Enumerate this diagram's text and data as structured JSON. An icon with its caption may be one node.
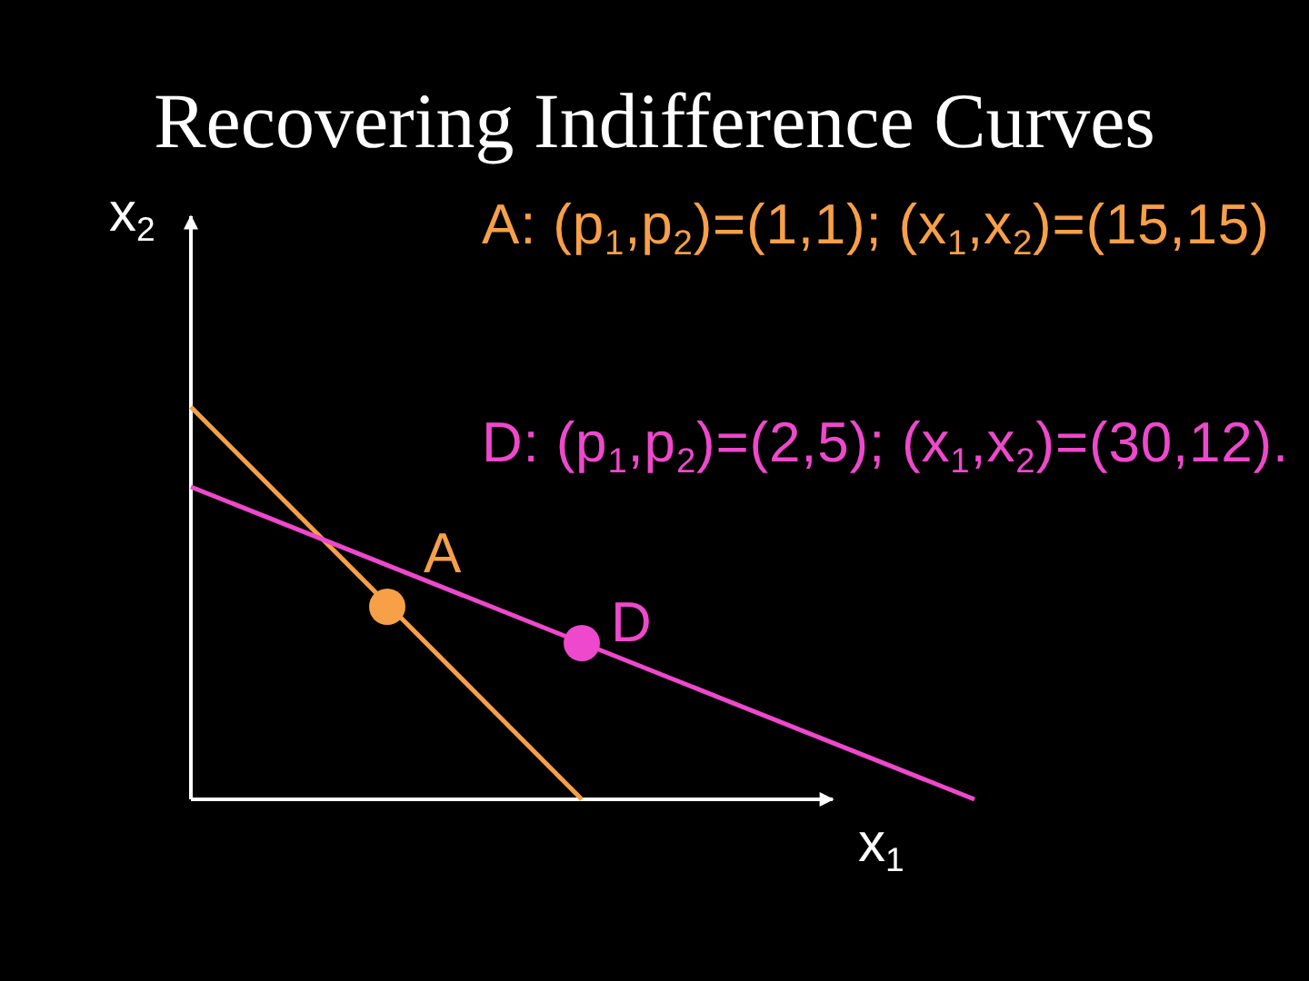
{
  "diagram": {
    "title": "Recovering Indifference Curves",
    "labels": [
      "x$_{2}$",
      "A: (p$_{1}$,p$_{2}$)=(1,1); (x$_{1}$,x$_{2}$)=(15,15)",
      "D: (p$_{1}$,p$_{2}$)=(2,5); (x$_{1}$,x$_{2}$)=(30,12).",
      "A",
      "D",
      "x$_{1}$"
    ]
  }
}
